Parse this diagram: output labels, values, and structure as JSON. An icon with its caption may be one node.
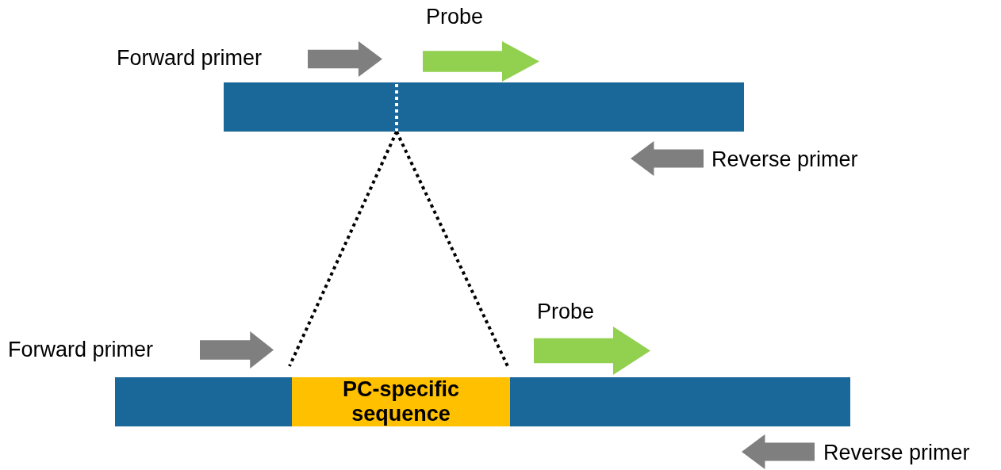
{
  "diagram": {
    "nodes": [
      {
        "text": [],
        "shape": "bar"
      },
      {
        "text": [],
        "shape": "bar"
      },
      {
        "text": [
          "PC-specific sequence"
        ],
        "in": 1
      }
    ],
    "edges": [
      {
        "from": 0,
        "to": 2,
        "arrow": "none",
        "style": "dashed"
      },
      {
        "from": 0,
        "to": 2,
        "arrow": "none",
        "style": "dashed"
      }
    ],
    "labels": [
      "Probe",
      "Forward primer",
      "Reverse primer",
      "Probe",
      "Forward primer",
      "Reverse primer"
    ]
  }
}
